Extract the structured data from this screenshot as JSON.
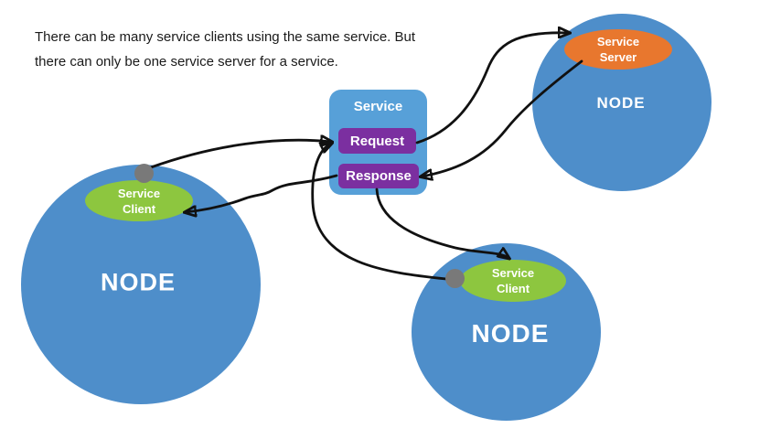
{
  "caption": {
    "line1": "There can be many service clients using the same service. But",
    "line2": "there can only be one service server for a service."
  },
  "service": {
    "title": "Service",
    "request_label": "Request",
    "response_label": "Response"
  },
  "nodes": {
    "left": {
      "label": "NODE",
      "client_label": "Service Client"
    },
    "bottom": {
      "label": "NODE",
      "client_label": "Service Client"
    },
    "right": {
      "label": "NODE",
      "server_label": "Service Server"
    }
  },
  "edges": [
    {
      "from": "left-node-connection-dot",
      "to": "request"
    },
    {
      "from": "bottom-node-connection-dot",
      "to": "request"
    },
    {
      "from": "response",
      "to": "left-service-client"
    },
    {
      "from": "response",
      "to": "bottom-service-client"
    },
    {
      "from": "request",
      "to": "service-server"
    },
    {
      "from": "service-server",
      "to": "response"
    }
  ],
  "colors": {
    "node_blue": "#4E8ECA",
    "box_blue": "#57A0D8",
    "pill_purple": "#7B2FA0",
    "client_green": "#8DC63F",
    "server_orange": "#E8772E",
    "dot_gray": "#797979",
    "arrow_black": "#111111"
  }
}
